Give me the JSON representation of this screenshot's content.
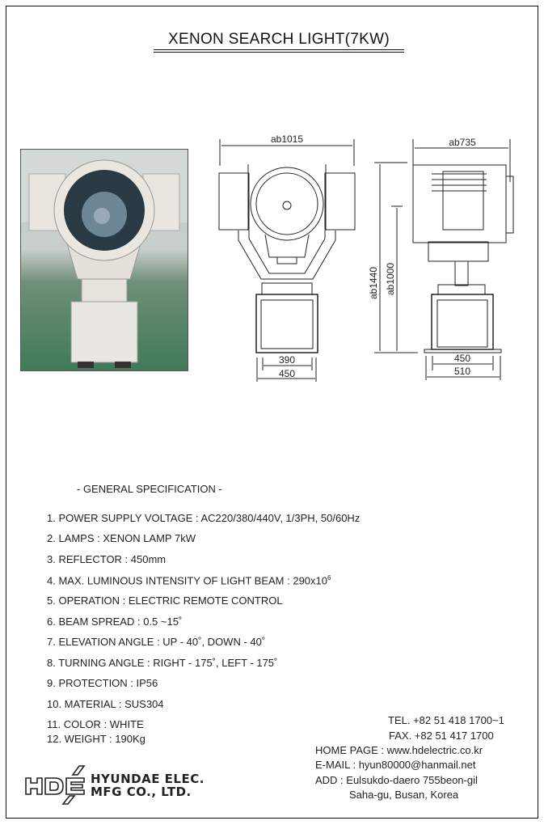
{
  "title": "XENON SEARCH LIGHT(7KW)",
  "dimensions": {
    "front_width": "ab1015",
    "front_inner_base": "390",
    "front_outer_base": "450",
    "side_width": "ab735",
    "side_height_total": "ab1440",
    "side_height_lower": "ab1000",
    "side_inner_base": "450",
    "side_outer_base": "510"
  },
  "spec_heading": "- GENERAL SPECIFICATION -",
  "specs": [
    "1. POWER SUPPLY VOLTAGE : AC220/380/440V, 1/3PH, 50/60Hz",
    "2. LAMPS  :  XENON LAMP 7kW",
    "3. REFLECTOR  :  450mm",
    "4. MAX. LUMINOUS INTENSITY OF LIGHT BEAM : 290x10",
    "5. OPERATION : ELECTRIC REMOTE CONTROL",
    "6. BEAM SPREAD : 0.5 ~15˚",
    "7. ELEVATION ANGLE : UP - 40˚, DOWN - 40˚",
    "8. TURNING ANGLE : RIGHT - 175˚, LEFT - 175˚",
    "9. PROTECTION : IP56",
    "10. MATERIAL : SUS304",
    "11. COLOR : WHITE",
    "12. WEIGHT : 190Kg"
  ],
  "spec4_superscript": "6",
  "contact": {
    "tel": "TEL. +82 51 418 1700~1",
    "fax": "FAX. +82 51 417 1700",
    "homepage": "HOME PAGE : www.hdelectric.co.kr",
    "email": "E-MAIL : hyun80000@hanmail.net",
    "address1": "ADD : Eulsukdo-daero 755beon-gil",
    "address2": "Saha-gu, Busan, Korea"
  },
  "company": {
    "logo_text": "HDE",
    "line1": "HYUNDAE ELEC.",
    "line2": "MFG CO., LTD."
  }
}
